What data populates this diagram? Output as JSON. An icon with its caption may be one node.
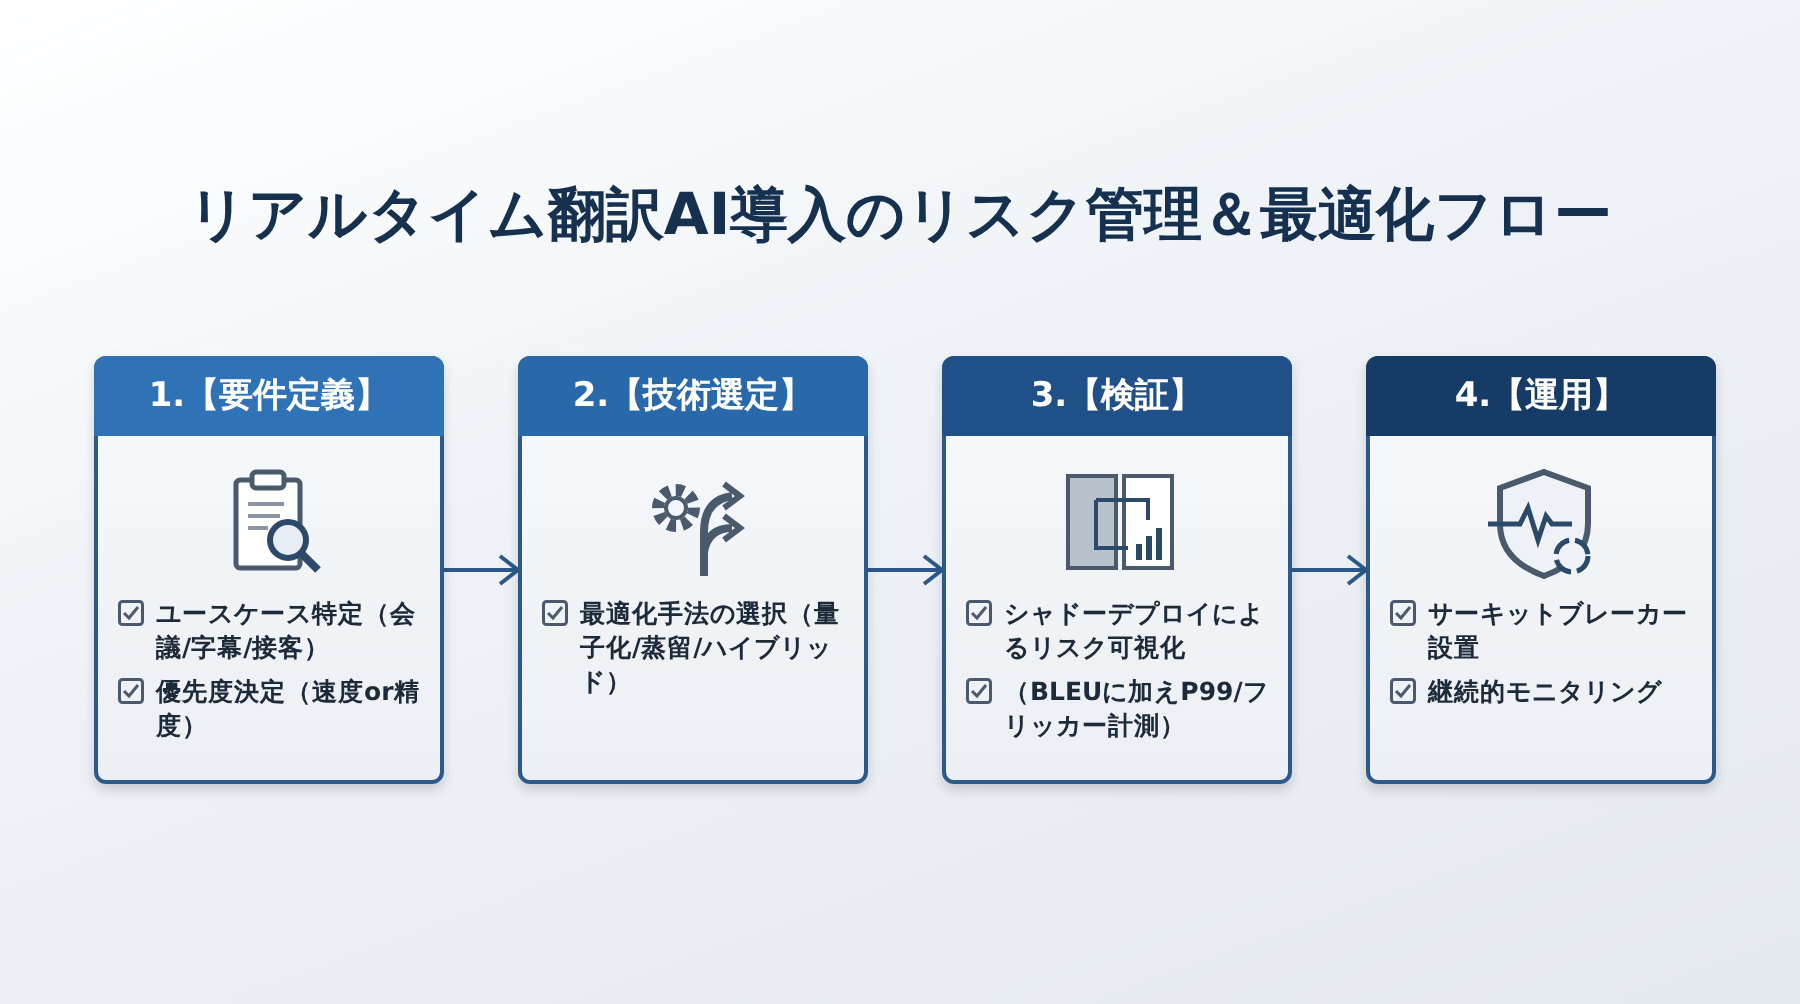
{
  "diagram": {
    "title": "リアルタイム翻訳AI導入のリスク管理＆最適化フロー",
    "nodes": [
      {
        "text": [
          "1.【要件定義】",
          "ユースケース特定（会議/字幕/接客）",
          "優先度決定（速度or精度）"
        ]
      },
      {
        "text": [
          "2.【技術選定】",
          "最適化手法の選択（量子化/蒸留/ハイブリッド）"
        ]
      },
      {
        "text": [
          "3.【検証】",
          "シャドーデプロイによるリスク可視化",
          "（BLEUに加えP99/フリッカー計測）"
        ]
      },
      {
        "text": [
          "4.【運用】",
          "サーキットブレーカー設置",
          "継続的モニタリング"
        ]
      }
    ],
    "edges": [
      {
        "from": 0,
        "to": 1,
        "arrow": "to"
      },
      {
        "from": 1,
        "to": 2,
        "arrow": "to"
      },
      {
        "from": 2,
        "to": 3,
        "arrow": "to"
      }
    ]
  }
}
